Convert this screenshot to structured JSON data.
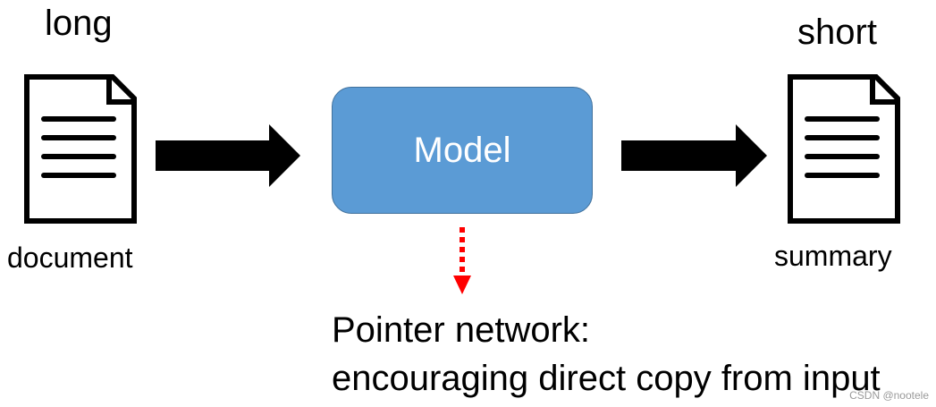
{
  "input": {
    "top_label": "long",
    "bottom_label": "document"
  },
  "model": {
    "label": "Model",
    "fill_color": "#5b9bd5"
  },
  "output": {
    "top_label": "short",
    "bottom_label": "summary"
  },
  "pointer": {
    "line1": "Pointer network:",
    "line2": "encouraging direct copy from input",
    "arrow_color": "#ff0000"
  },
  "icons": {
    "input_document": "document-icon",
    "output_document": "document-icon",
    "arrow_in": "right-arrow-icon",
    "arrow_out": "right-arrow-icon",
    "pointer_arrow": "dashed-down-arrow-icon"
  },
  "watermark": "CSDN @nootele"
}
